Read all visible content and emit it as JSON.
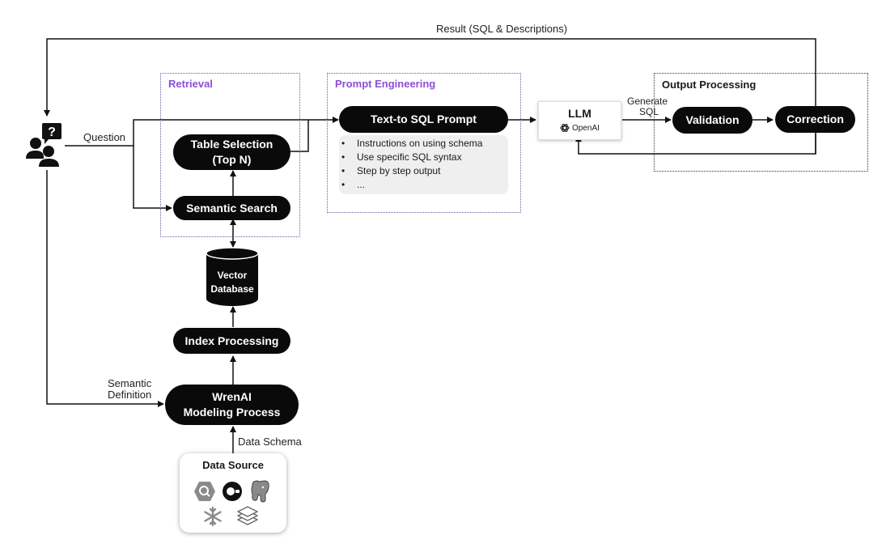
{
  "top_feedback_label": "Result (SQL & Descriptions)",
  "question_label": "Question",
  "semantic_definition_label": [
    "Semantic",
    "Definition"
  ],
  "data_schema_label": "Data Schema",
  "generate_sql_label": [
    "Generate",
    "SQL"
  ],
  "retrieval": {
    "title": "Retrieval",
    "table_selection": [
      "Table Selection",
      "(Top N)"
    ],
    "semantic_search": "Semantic Search"
  },
  "prompt_engineering": {
    "title": "Prompt Engineering",
    "prompt": "Text-to SQL Prompt",
    "notes": [
      "Instructions on using schema",
      "Use specific SQL syntax",
      "Step by step output",
      "..."
    ]
  },
  "llm": {
    "title": "LLM",
    "brand": "OpenAI"
  },
  "output_processing": {
    "title": "Output Processing",
    "validation": "Validation",
    "correction": "Correction"
  },
  "vector_database": [
    "Vector",
    "Database"
  ],
  "index_processing": "Index Processing",
  "modeling": [
    "WrenAI",
    "Modeling Process"
  ],
  "data_source": {
    "title": "Data Source",
    "icons": [
      "bigquery-icon",
      "duckdb-icon",
      "postgresql-icon",
      "snowflake-icon",
      "layers-icon"
    ]
  },
  "colors": {
    "accent_purple": "#8b4fd8",
    "node_black": "#0a0a0a",
    "notes_bg": "#efefef"
  }
}
